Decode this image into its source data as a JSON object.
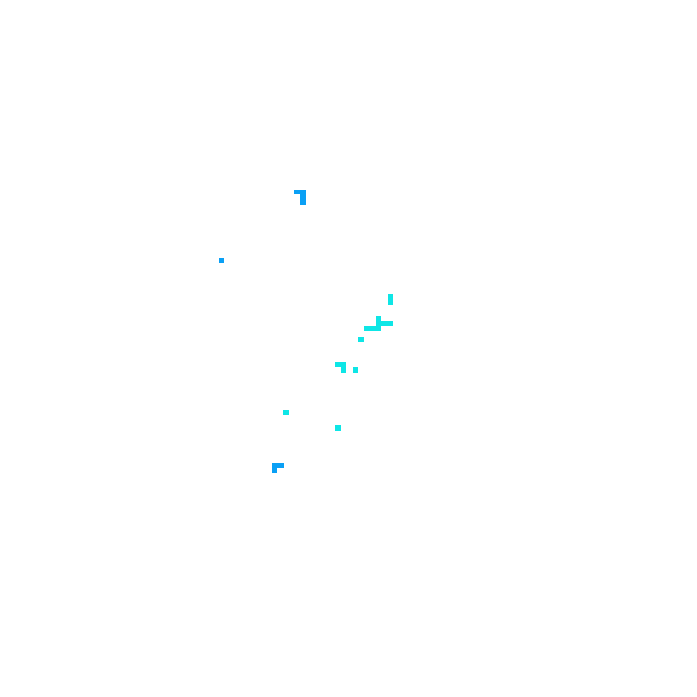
{
  "background_color": "#ffffff",
  "palette": {
    "blue": "#0aa0f5",
    "cyan": "#0ee6e6"
  },
  "clusters": [
    {
      "name": "blue-hook-top",
      "color": "blue"
    },
    {
      "name": "blue-dot",
      "color": "blue"
    },
    {
      "name": "cyan-bar-upper",
      "color": "cyan"
    },
    {
      "name": "cyan-cross",
      "color": "cyan"
    },
    {
      "name": "cyan-dot-a",
      "color": "cyan"
    },
    {
      "name": "cyan-hook",
      "color": "cyan"
    },
    {
      "name": "cyan-dot-b",
      "color": "cyan"
    },
    {
      "name": "cyan-dot-c",
      "color": "cyan"
    },
    {
      "name": "cyan-dot-d",
      "color": "cyan"
    },
    {
      "name": "blue-hook-bottom",
      "color": "blue"
    }
  ]
}
